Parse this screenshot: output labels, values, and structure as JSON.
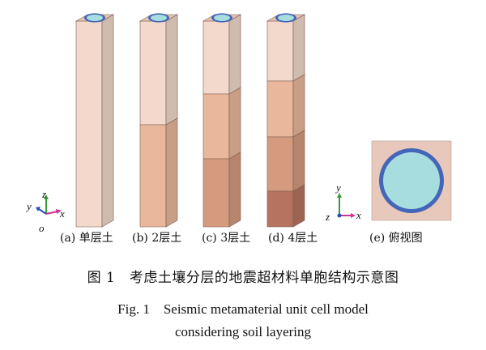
{
  "panels": [
    {
      "label": "(a) 单层土",
      "layers": 1
    },
    {
      "label": "(b) 2层土",
      "layers": 2
    },
    {
      "label": "(c) 3层土",
      "layers": 3
    },
    {
      "label": "(d) 4层土",
      "layers": 4
    },
    {
      "label": "(e) 俯视图"
    }
  ],
  "axes_iso": {
    "y": "y",
    "z": "z",
    "x": "x",
    "o": "o"
  },
  "axes_top": {
    "y": "y",
    "z": "z",
    "x": "x"
  },
  "caption": {
    "cn": "图 1　考虑土壤分层的地震超材料单胞结构示意图",
    "en_line1": "Fig. 1　Seismic metamaterial unit cell model",
    "en_line2": "considering soil layering"
  },
  "colors": {
    "soil_light": "#f2d9cc",
    "soil_mid": "#e9b89c",
    "soil_dark": "#d59b7f",
    "soil_deepest": "#b67460",
    "ring": "#4466b8",
    "core": "#a8dde0"
  }
}
